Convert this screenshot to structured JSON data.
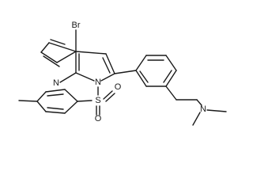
{
  "molecule": {
    "atoms": [
      {
        "id": "Br",
        "label": "Br"
      },
      {
        "id": "N_pyridine",
        "label": "N"
      },
      {
        "id": "N_pyrrole",
        "label": "N"
      },
      {
        "id": "S_sulfonyl",
        "label": "S"
      },
      {
        "id": "O_top",
        "label": "O"
      },
      {
        "id": "O_bottom",
        "label": "O"
      },
      {
        "id": "N_amine",
        "label": "N"
      }
    ]
  }
}
